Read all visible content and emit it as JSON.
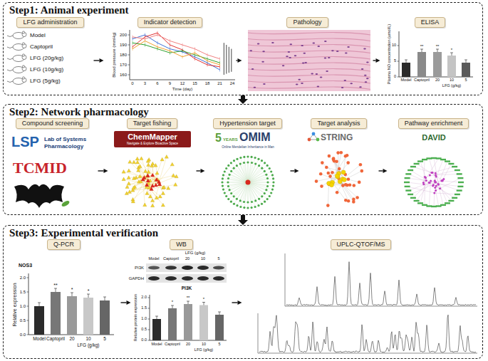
{
  "diagram": {
    "nodes": [
      {
        "text": [
          "Step1: Animal experiment"
        ]
      },
      {
        "text": [
          "LFG administration"
        ],
        "in": 0
      },
      {
        "text": [
          "Indicator detection"
        ],
        "in": 0
      },
      {
        "text": [
          "Pathology"
        ],
        "in": 0
      },
      {
        "text": [
          "ELISA"
        ],
        "in": 0
      },
      {
        "text": [
          "Step2: Network pharmacology"
        ]
      },
      {
        "text": [
          "Compound screening"
        ],
        "in": 5
      },
      {
        "text": [
          "Target fishing"
        ],
        "in": 5
      },
      {
        "text": [
          "Hypertension target"
        ],
        "in": 5
      },
      {
        "text": [
          "Target analysis"
        ],
        "in": 5
      },
      {
        "text": [
          "Pathway enrichment"
        ],
        "in": 5
      },
      {
        "text": [
          "Step3: Experimental verification"
        ]
      },
      {
        "text": [
          "Q-PCR"
        ],
        "in": 11
      },
      {
        "text": [
          "WB"
        ],
        "in": 11
      },
      {
        "text": [
          "UPLC-QTOF/MS"
        ],
        "in": 11
      }
    ],
    "edges": [
      {
        "from": 1,
        "to": 2,
        "arrow": "to"
      },
      {
        "from": 2,
        "to": 3,
        "arrow": "to"
      },
      {
        "from": 3,
        "to": 4,
        "arrow": "to"
      },
      {
        "from": 0,
        "to": 5,
        "arrow": "to"
      },
      {
        "from": 6,
        "to": 7,
        "arrow": "to"
      },
      {
        "from": 7,
        "to": 8,
        "arrow": "to"
      },
      {
        "from": 8,
        "to": 9,
        "arrow": "to"
      },
      {
        "from": 9,
        "to": 10,
        "arrow": "to"
      },
      {
        "from": 5,
        "to": 11,
        "arrow": "to"
      },
      {
        "from": 12,
        "to": 13,
        "arrow": "to"
      },
      {
        "from": 13,
        "to": 14,
        "arrow": "to"
      }
    ],
    "labels": [
      "Model",
      "Captopril",
      "LFG (20g/kg)",
      "LFG (10g/kg)",
      "LFG (5g/kg)",
      "Blood pressure (mmHg)",
      "200",
      "190",
      "180",
      "170",
      "160",
      "0",
      "3",
      "6",
      "9",
      "12",
      "15",
      "18",
      "21",
      "24",
      "Time (day)",
      "Plasma NO concentration (umol/L)",
      "0",
      "5",
      "10",
      "Model",
      "Captopril",
      "20",
      "10",
      "5",
      "LFG (g/kg)",
      "**",
      "**",
      "*",
      "LSP",
      "Lab of Systems",
      "Pharmacology",
      "TCMID",
      "ChemMapper",
      "Navigate & Explore Bioactive Space",
      "5",
      "YEARS",
      "OMIM",
      "Online Mendelian Inheritance in Man",
      "STRING",
      "DAVID",
      "NOS3",
      "Relative expression",
      "0.0",
      "0.5",
      "1.0",
      "1.5",
      "2.0",
      "Model",
      "Captopril",
      "20",
      "10",
      "5",
      "LFG (g/kg)",
      "**",
      "*",
      "*",
      "LFG (g/kg)",
      "Model",
      "Captopril",
      "20",
      "10",
      "5",
      "PI3K",
      "GAPDH",
      "PI3K",
      "Relative protein expression",
      "0.0",
      "0.5",
      "1.0",
      "1.5",
      "2.0",
      "Model",
      "Captopril",
      "20",
      "10",
      "5",
      "LFG (g/kg)",
      "*",
      "**",
      "*"
    ]
  }
}
